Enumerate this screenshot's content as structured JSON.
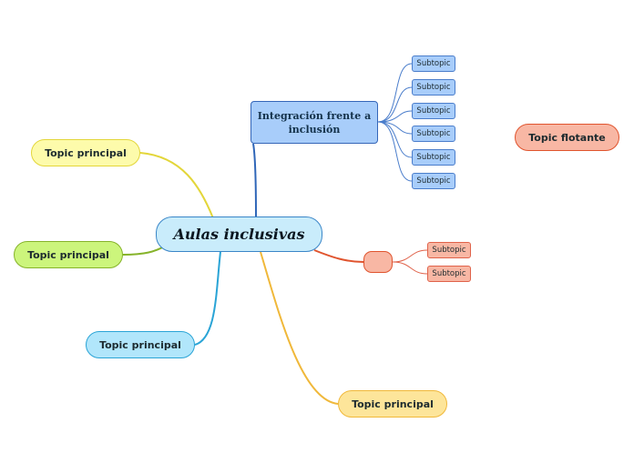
{
  "central": {
    "label": "Aulas inclusivas"
  },
  "main_topic": {
    "label": "Integración frente a inclusión"
  },
  "topics": [
    {
      "label": "Topic principal",
      "color": "#fdfbab"
    },
    {
      "label": "Topic principal",
      "color": "#ccf57c"
    },
    {
      "label": "Topic principal",
      "color": "#b1e6fb"
    },
    {
      "label": "Topic principal",
      "color": "#fde59a"
    }
  ],
  "floating_topic": {
    "label": "Topic flotante",
    "color": "#f8b7a4"
  },
  "integration_subtopics": [
    {
      "label": "Subtopic"
    },
    {
      "label": "Subtopic"
    },
    {
      "label": "Subtopic"
    },
    {
      "label": "Subtopic"
    },
    {
      "label": "Subtopic"
    },
    {
      "label": "Subtopic"
    }
  ],
  "unnamed_topic": {
    "label": "",
    "color": "#f8b7a4"
  },
  "unnamed_subtopics": [
    {
      "label": "Subtopic"
    },
    {
      "label": "Subtopic"
    }
  ],
  "colors": {
    "yellow_branch": "#e3d63a",
    "green_branch": "#86b32a",
    "blue_branch": "#2aa4d6",
    "orange_branch": "#f0b83a",
    "navy_branch": "#2f66b8",
    "red_branch": "#e0542e"
  }
}
